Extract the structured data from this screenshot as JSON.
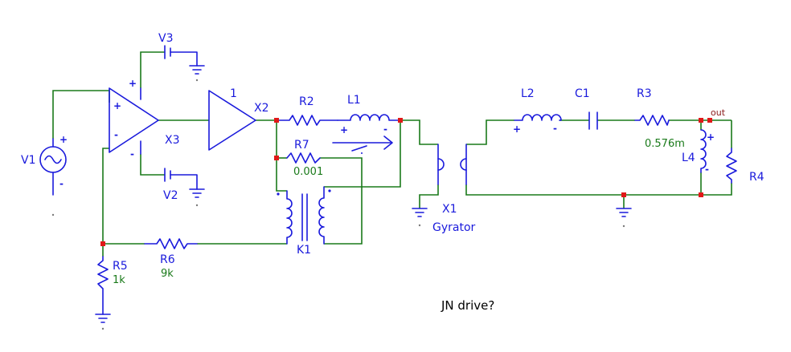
{
  "labels": {
    "v1": "V1",
    "v2": "V2",
    "v3": "V3",
    "x1": "X1",
    "x2": "X2",
    "x3": "X3",
    "r2": "R2",
    "r3": "R3",
    "r4": "R4",
    "r5": "R5",
    "r6": "R6",
    "r7": "R7",
    "l1": "L1",
    "l2": "L2",
    "l4": "L4",
    "c1": "C1",
    "k1": "K1",
    "gain": "1",
    "gyrator": "Gyrator",
    "out": "out",
    "title": "JN drive?"
  },
  "values": {
    "r5": "1k",
    "r6": "9k",
    "r7": "0.001",
    "l4": "0.576m"
  },
  "colors": {
    "component": "#1a1adc",
    "wire": "#1a7a1a",
    "node": "#e01818",
    "net_label": "#8a1a1a"
  }
}
